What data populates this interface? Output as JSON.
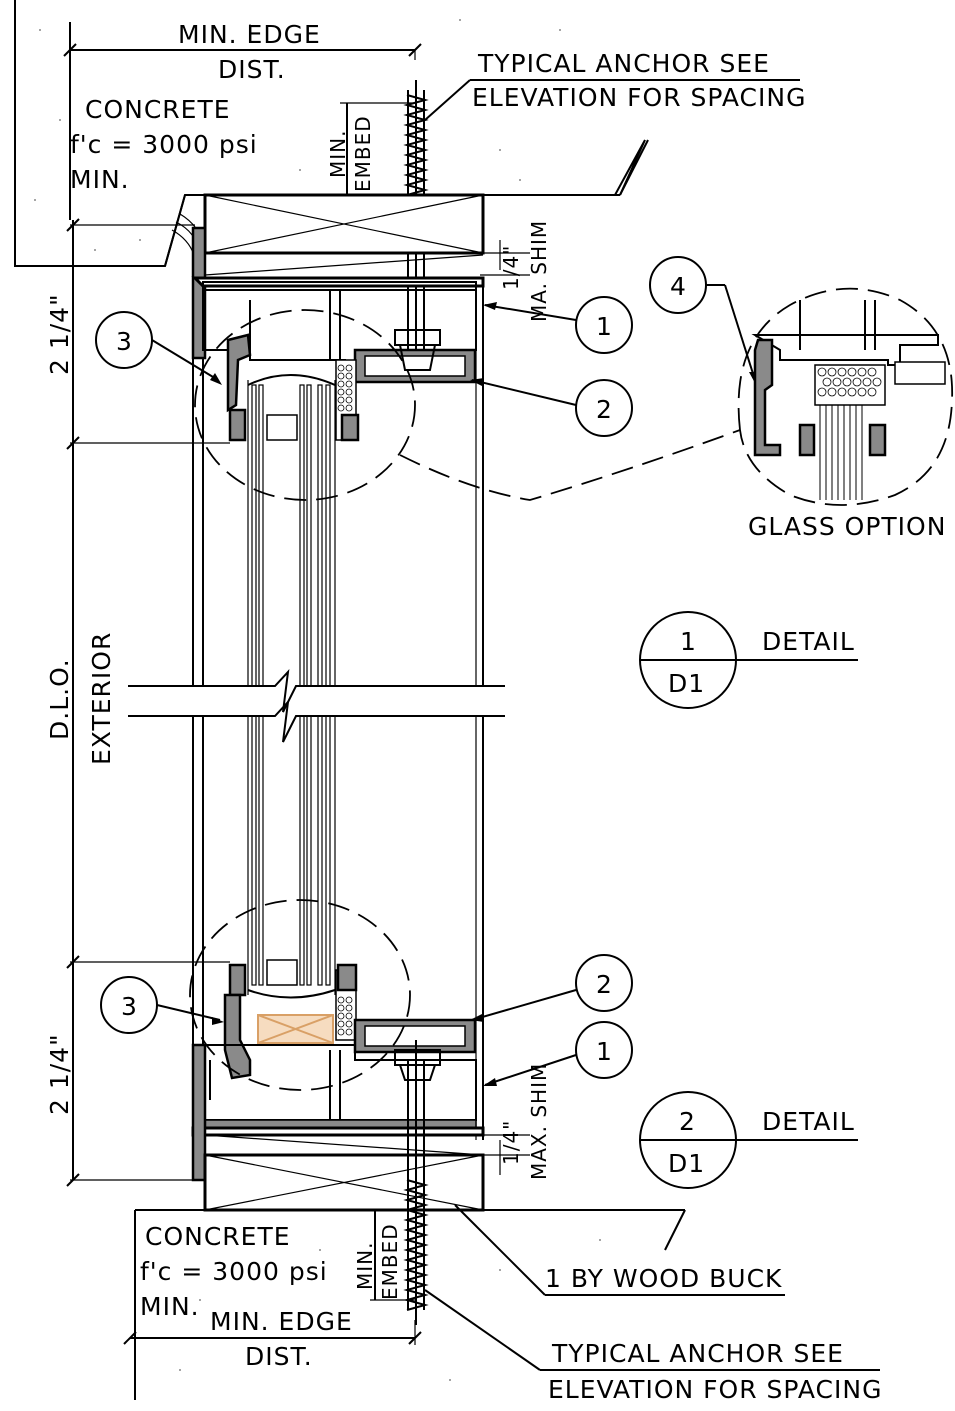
{
  "labels": {
    "min_edge_top": "MIN. EDGE",
    "dist_top": "DIST.",
    "concrete_top": "CONCRETE",
    "fc_top": "f'c = 3000 psi",
    "min_top": "MIN.",
    "embed_min_top": "MIN.",
    "embed_top": "EMBED",
    "anchor_top_1": "TYPICAL ANCHOR SEE",
    "anchor_top_2": "ELEVATION FOR SPACING",
    "shim_top_1": "1/4\"",
    "shim_top_2": "MA. SHIM",
    "dim_top": "2 1/4\"",
    "dlo": "D.L.O.",
    "exterior": "EXTERIOR",
    "dim_bottom": "2 1/4\"",
    "shim_bottom_1": "1/4\"",
    "shim_bottom_2": "MAX. SHIM",
    "concrete_bottom": "CONCRETE",
    "fc_bottom": "f'c = 3000 psi",
    "min_bottom": "MIN.",
    "embed_min_bottom": "MIN.",
    "embed_bottom": "EMBED",
    "wood_buck": "1 BY WOOD BUCK",
    "min_edge_bottom": "MIN. EDGE",
    "dist_bottom": "DIST.",
    "anchor_bottom_1": "TYPICAL ANCHOR SEE",
    "anchor_bottom_2": "ELEVATION FOR SPACING",
    "glass_option": "GLASS OPTION"
  },
  "callouts": {
    "c1_top": "1",
    "c2_top": "2",
    "c3_top": "3",
    "c4": "4",
    "c1_bottom": "1",
    "c2_bottom": "2",
    "c3_bottom": "3"
  },
  "detail_tags": [
    {
      "number": "1",
      "sheet": "D1",
      "label": "DETAIL"
    },
    {
      "number": "2",
      "sheet": "D1",
      "label": "DETAIL"
    }
  ],
  "colors": {
    "line": "#000000",
    "aluminum": "#8a8a8a",
    "setting_block": "#d9a066",
    "background": "#ffffff"
  }
}
